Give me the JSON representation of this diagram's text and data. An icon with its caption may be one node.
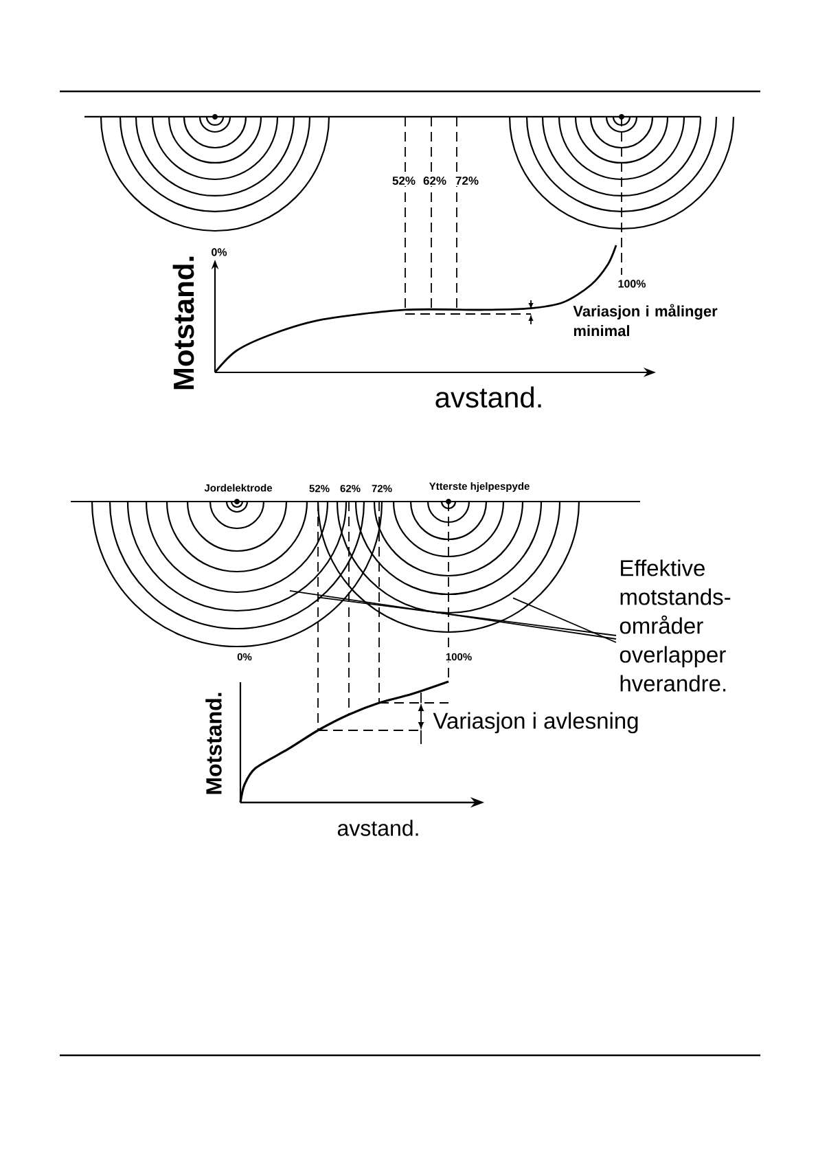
{
  "diagram": {
    "nodes": [
      {
        "text": [],
        "shape": "picture"
      },
      {
        "text": [],
        "shape": "picture"
      },
      {
        "text": [
          "Effektive motstands- områder overlapper hverandre."
        ]
      }
    ],
    "edges": [
      {
        "from": 2,
        "to": 0,
        "arrow": "none"
      },
      {
        "from": 2,
        "to": 1,
        "arrow": "none"
      },
      {
        "from": 2,
        "to": 1,
        "arrow": "none"
      }
    ],
    "labels": [
      "52%",
      "62%",
      "72%",
      "0%",
      "100%",
      "Variasjon i målinger minimal",
      "Motstand.",
      "avstand.",
      "Jordelektrode",
      "52%",
      "62%",
      "72%",
      "Ytterste hjelpespyde",
      "0%",
      "100%",
      "Variasjon i avlesning",
      "Motstand.",
      "avstand."
    ]
  }
}
